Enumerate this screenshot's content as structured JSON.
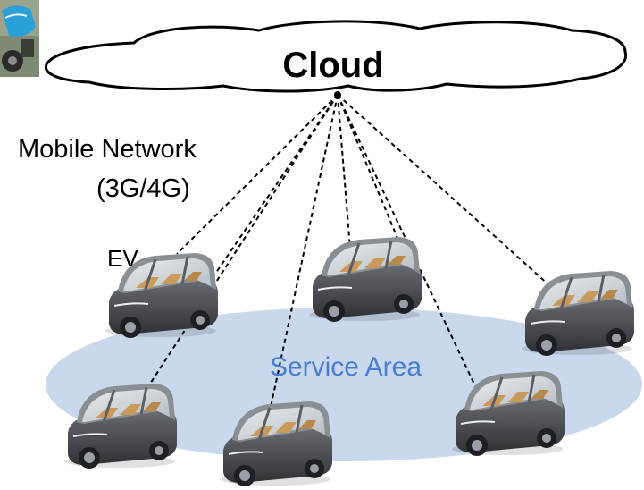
{
  "cloud": {
    "label": "Cloud"
  },
  "network": {
    "label_line1": "Mobile Network",
    "label_line2": "(3G/4G)"
  },
  "ev_label": "EV",
  "service_area": {
    "label": "Service Area"
  },
  "colors": {
    "service_area_fill": "#c9d8ec",
    "service_area_text": "#4a7fcf",
    "cloud_stroke": "#000000",
    "cloud_fill": "#ffffff",
    "vehicle_body": "#4a4d52",
    "vehicle_glass": "#cfd4d8",
    "vehicle_seat": "#c99a5b",
    "thumbnail_scooter": "#2aa0d8"
  },
  "icons": {
    "thumbnail": "scooter-thumbnail-icon",
    "vehicle": "electric-vehicle-icon"
  }
}
